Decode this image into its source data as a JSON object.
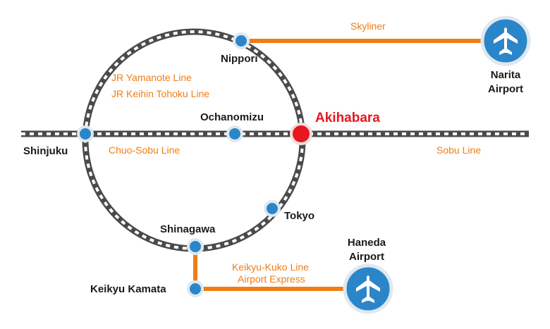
{
  "colors": {
    "station": "#2b86c9",
    "station_ring": "#dfe8f0",
    "highlight": "#e8161e",
    "orange_line": "#f07d14",
    "track_dark": "#4a4a4a",
    "track_light": "#ffffff",
    "airport": "#2b86c9"
  },
  "stations": {
    "nippori": "Nippori",
    "shinjuku": "Shinjuku",
    "ochanomizu": "Ochanomizu",
    "akihabara": "Akihabara",
    "tokyo": "Tokyo",
    "shinagawa": "Shinagawa",
    "keikyu_kamata": "Keikyu Kamata"
  },
  "lines": {
    "skyliner": "Skyliner",
    "jr_yamanote": "JR Yamanote Line",
    "jr_keihin_tohoku": "JR Keihin Tohoku Line",
    "chuo_sobu": "Chuo-Sobu Line",
    "sobu": "Sobu Line",
    "keikyu_kuko": "Keikyu-Kuko Line",
    "airport_express": "Airport Express"
  },
  "airports": {
    "narita": {
      "line1": "Narita",
      "line2": "Airport",
      "icon": "airplane-icon"
    },
    "haneda": {
      "line1": "Haneda",
      "line2": "Airport",
      "icon": "airplane-icon"
    }
  }
}
